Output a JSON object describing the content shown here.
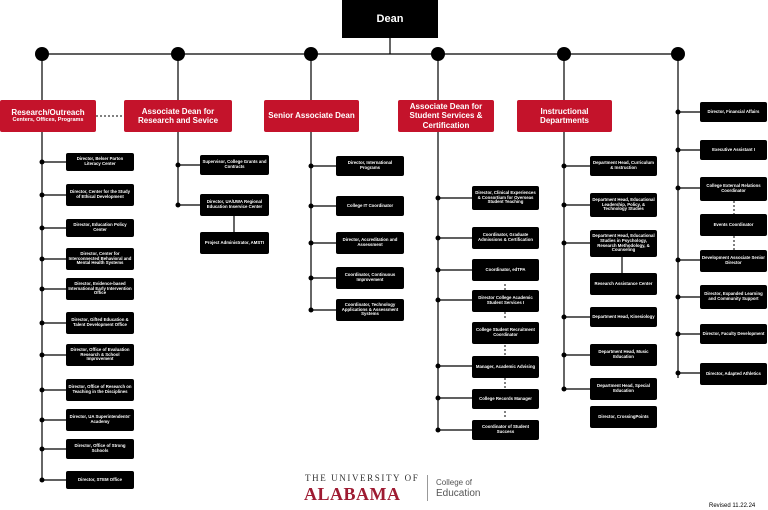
{
  "dean": "Dean",
  "branches": [
    {
      "title": "Research/Outreach",
      "subtitle": "Centers, Offices, Programs",
      "items": [
        "Director, Belser Parton Literacy Center",
        "Director, Center for the Study of Ethical Development",
        "Director, Education Policy Center",
        "Director, Center for Interconnected Behavioral and Mental Health Systems",
        "Director, Evidence-based International Early Intervention Office",
        "Director, Gifted Education & Talent Development Office",
        "Director, Office of Evaluation Research & School Improvement",
        "Director, Office of Research on Teaching in the Disciplines",
        "Director, UA Superintendents' Academy",
        "Director, Office of Strong Schools",
        "Director, STEM Office"
      ]
    },
    {
      "title": "Associate Dean for Research and Sevice",
      "items": [
        "Supervisor, College Grants and Contracts",
        "Director, UA/UWA Regional Education Inservice Center",
        "Project Administrator, AMSTI"
      ]
    },
    {
      "title": "Senior Associate Dean",
      "items": [
        "Director, International Programs",
        "College IT Coordinator",
        "Director, Accreditation and Assessment",
        "Coordinator, Continuous Improvement",
        "Coordinator, Technology Applications & Assessment Systems"
      ]
    },
    {
      "title": "Associate Dean for Student Services & Certification",
      "items": [
        "Director, Clinical Experiences & Consortium for Overseas Student Teaching",
        "Coordinator, Graduate Admissions & Certification",
        "Coordinator, edTPA",
        "Director College Academic Student Services I",
        "College Student Recruitment Coordinator",
        "Manager, Academic Advising",
        "College Records Manager",
        "Coordinator of Student Success"
      ]
    },
    {
      "title": "Instructional Departments",
      "items": [
        "Department Head, Curriculum & Instruction",
        "Department Head, Educational Leadership, Policy, & Technology Studies",
        "Department Head, Educational Studies in Psychology, Research Methodology, & Counseling",
        "Research Assistance Center",
        "Department Head, Kinesiology",
        "Department Head, Music Education",
        "Department Head, Special Education",
        "Director, CrossingPoints"
      ]
    },
    {
      "items": [
        "Director, Financial Affairs",
        "Executive Assistant I",
        "College External Relations Coordinator",
        "Events Coordinator",
        "Development Associate Senior Director",
        "Director, Expanded Learning and Community Support",
        "Director, Faculty Development",
        "Director, Adapted Athletics"
      ]
    }
  ],
  "logo": {
    "line1": "THE UNIVERSITY OF",
    "line2": "ALABAMA",
    "college1": "College of",
    "college2": "Education"
  },
  "revised": "Revised 11.22.24",
  "colors": {
    "accent": "#c4132b",
    "box": "#000000",
    "crimson": "#9e1b32"
  }
}
